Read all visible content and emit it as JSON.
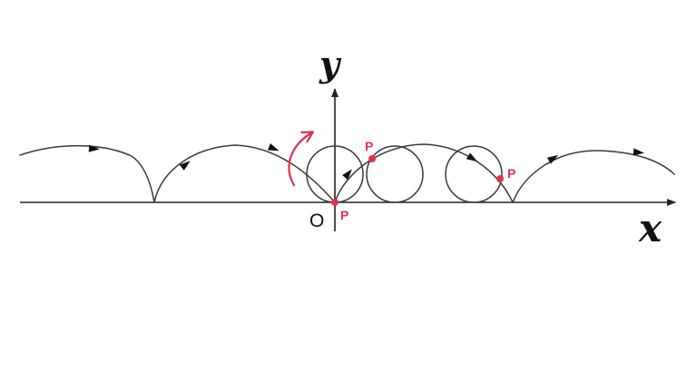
{
  "labels": {
    "x_axis": "x",
    "y_axis": "y",
    "origin": "O",
    "point_origin": "P",
    "point_top": "P",
    "point_right": "P"
  },
  "colors": {
    "curve": "#3a3a3a",
    "axis": "#222222",
    "point": "#e0334d",
    "rotation_arrow": "#e0334d",
    "text": "#111111"
  },
  "icons": {
    "rotation": "curved-arrow-icon",
    "direction": "triangle-arrowhead-icon"
  }
}
